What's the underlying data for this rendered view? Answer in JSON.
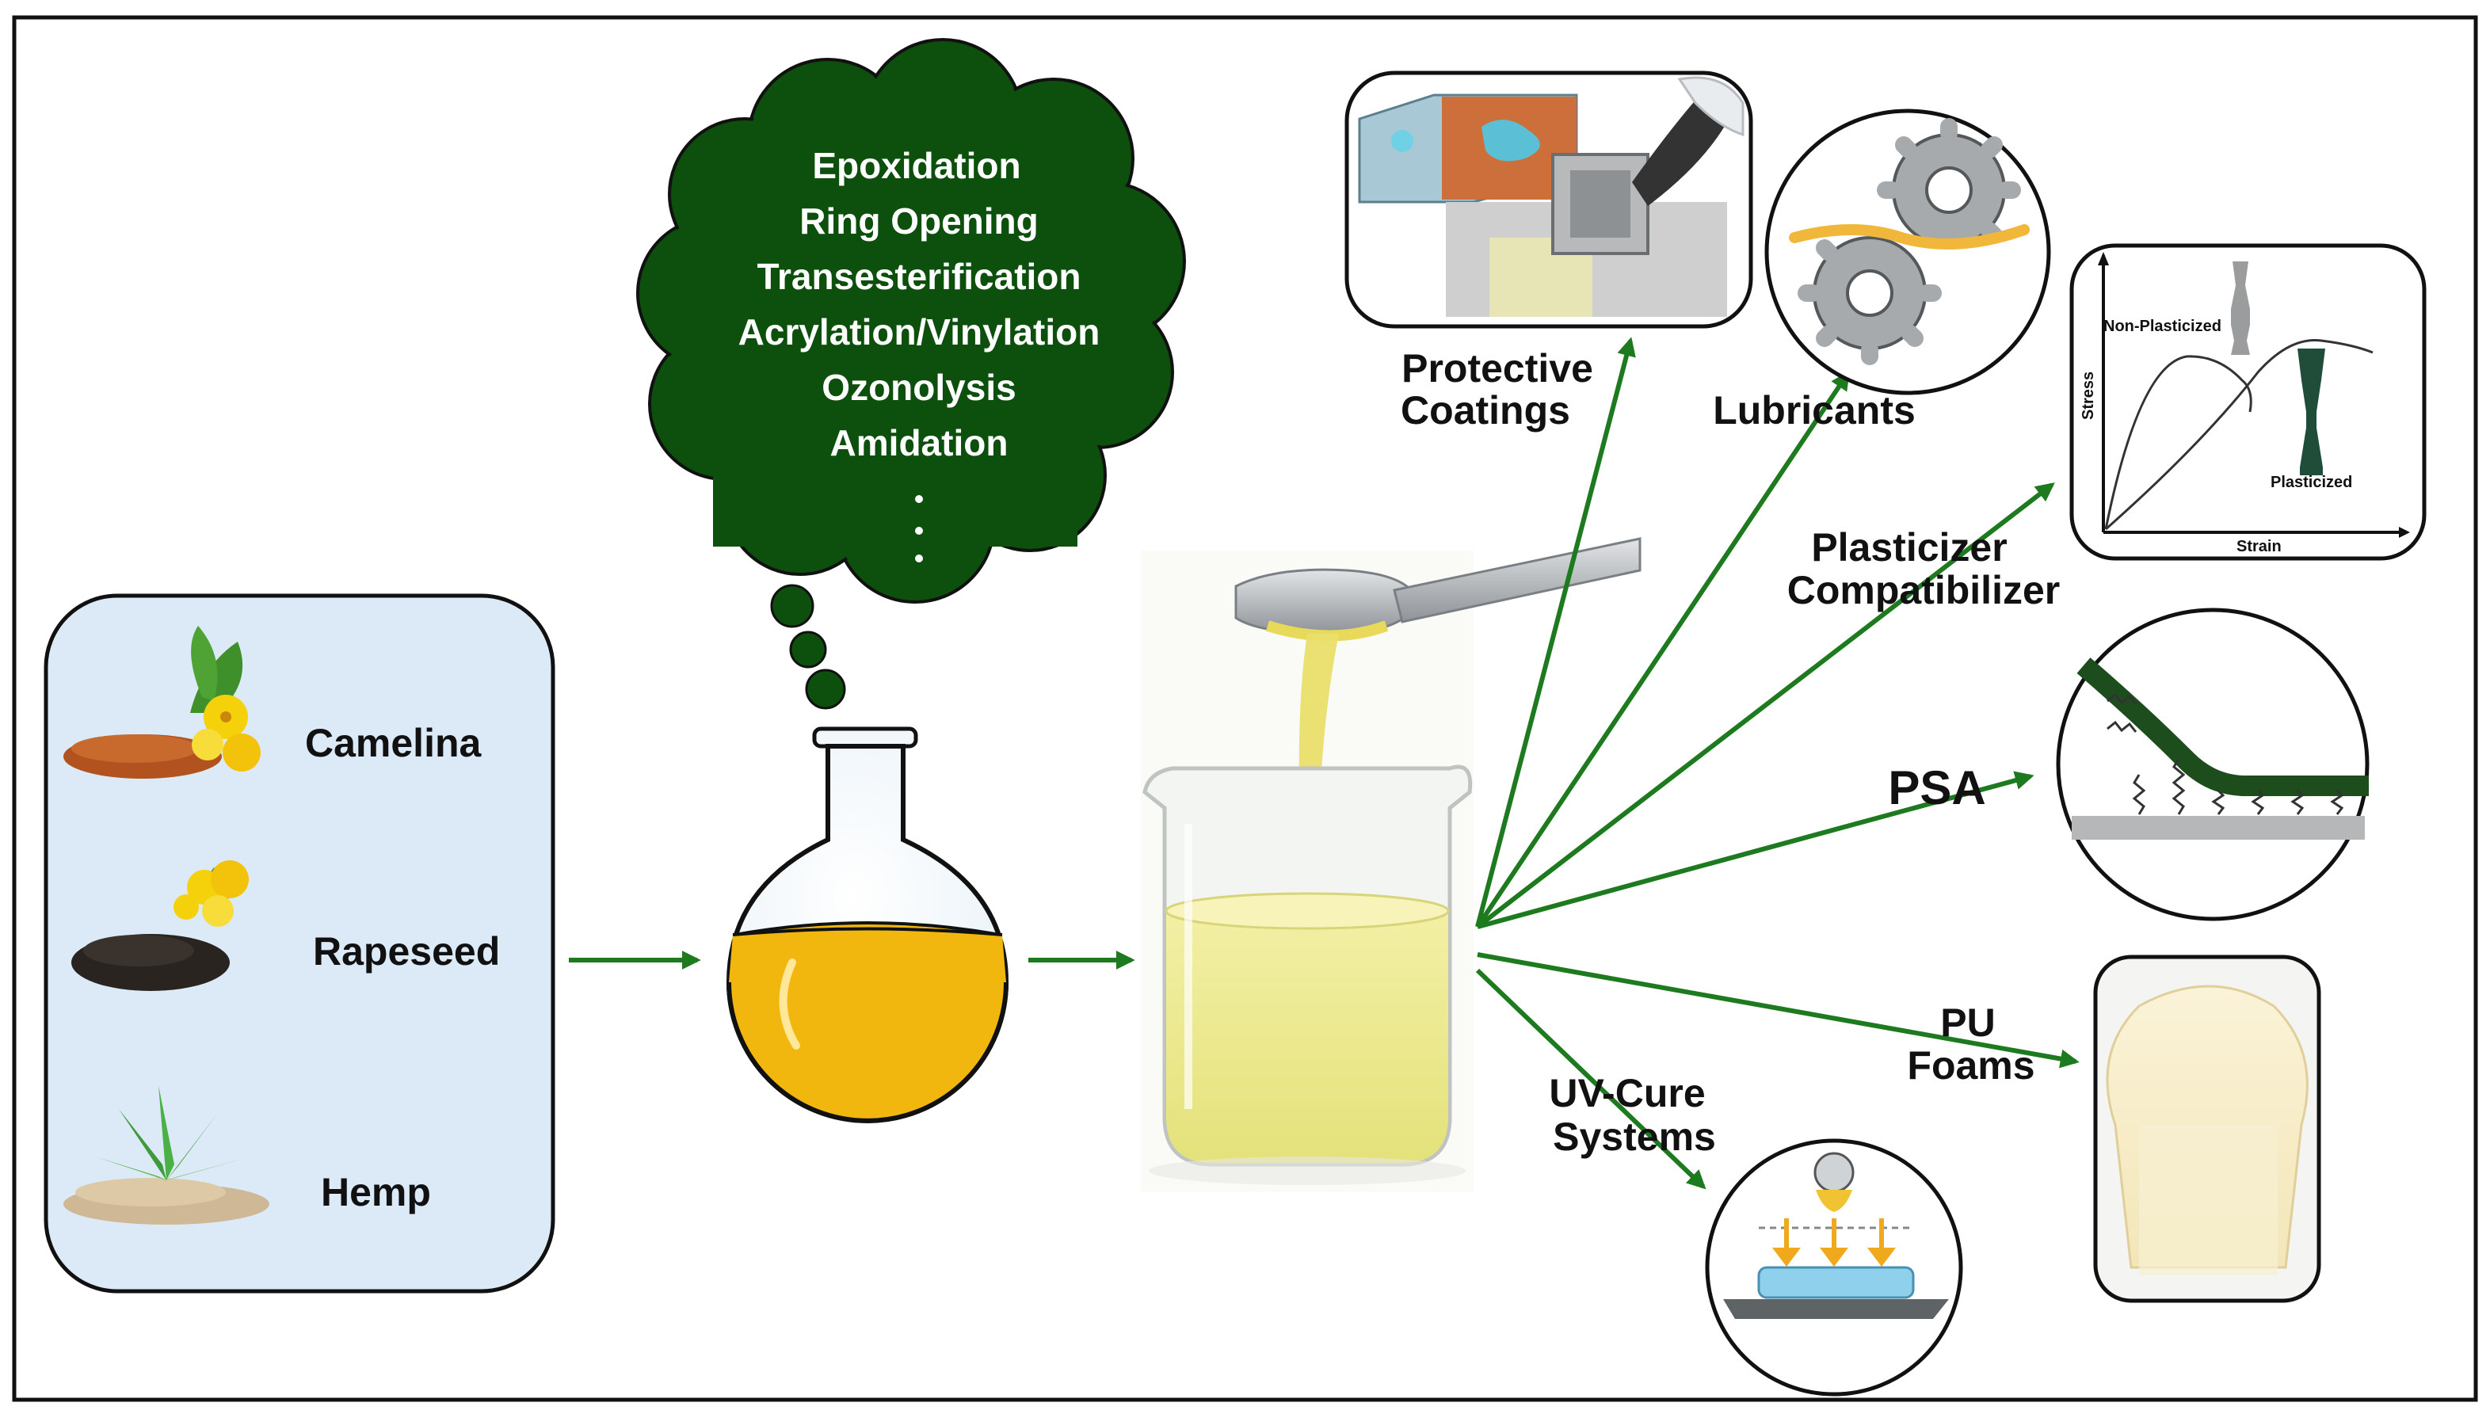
{
  "sources": {
    "items": [
      {
        "label": "Camelina"
      },
      {
        "label": "Rapeseed"
      },
      {
        "label": "Hemp"
      }
    ]
  },
  "cloud": {
    "reactions": [
      "Epoxidation",
      "Ring Opening",
      "Transesterification",
      "Acrylation/Vinylation",
      "Ozonolysis",
      "Amidation"
    ],
    "ellipsis": ":"
  },
  "applications": {
    "protective_coatings": [
      "Protective",
      "Coatings"
    ],
    "lubricants": "Lubricants",
    "plasticizer": [
      "Plasticizer",
      "Compatibilizer"
    ],
    "psa": "PSA",
    "pu_foams": [
      "PU",
      "Foams"
    ],
    "uv_cure": [
      "UV-Cure",
      "Systems"
    ]
  },
  "stress_strain_inset": {
    "non_plasticized": "Non-Plasticized",
    "plasticized": "Plasticized",
    "y_axis": "Stress",
    "x_axis": "Strain"
  },
  "colors": {
    "arrow": "#1e7a1e",
    "cloud": "#0d4f0d",
    "panel_fill": "#dbeaf6",
    "oil": "#f2b70f",
    "frame": "#111111"
  }
}
